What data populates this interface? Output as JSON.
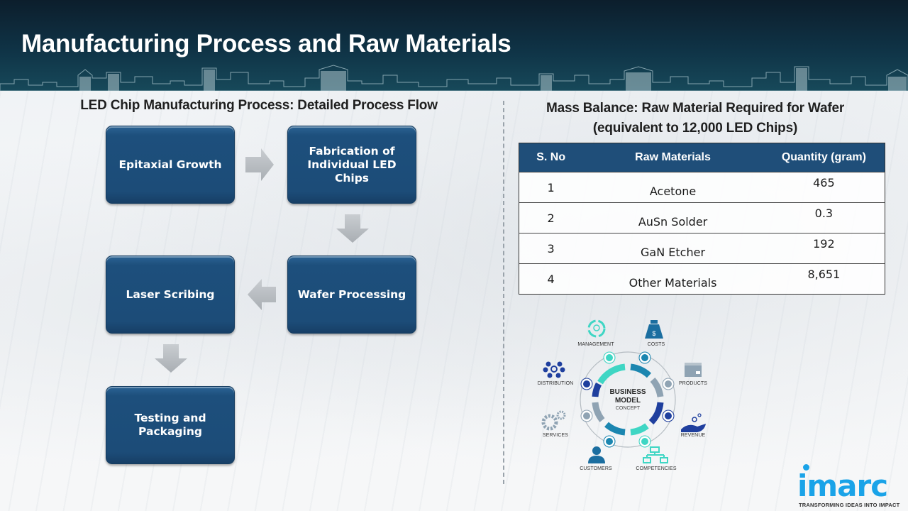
{
  "header": {
    "title": "Manufacturing Process and Raw Materials"
  },
  "process_flow": {
    "title": "LED Chip Manufacturing Process: Detailed Process Flow",
    "steps": [
      {
        "label": "Epitaxial Growth"
      },
      {
        "label": "Fabrication of Individual LED Chips"
      },
      {
        "label": "Wafer Processing"
      },
      {
        "label": "Laser Scribing"
      },
      {
        "label": "Testing and Packaging"
      }
    ],
    "arrows": [
      "right",
      "down",
      "left",
      "down"
    ]
  },
  "mass_balance": {
    "title_line1": "Mass Balance: Raw Material Required for Wafer",
    "title_line2": "(equivalent to 12,000 LED Chips)",
    "columns": [
      "S. No",
      "Raw Materials",
      "Quantity (gram)"
    ],
    "rows": [
      {
        "sno": "1",
        "material": "Acetone",
        "quantity": "465"
      },
      {
        "sno": "2",
        "material": "AuSn Solder",
        "quantity": "0.3"
      },
      {
        "sno": "3",
        "material": "GaN Etcher",
        "quantity": "192"
      },
      {
        "sno": "4",
        "material": "Other Materials",
        "quantity": "8,651"
      }
    ]
  },
  "business_model": {
    "center_line1": "BUSINESS",
    "center_line2": "MODEL",
    "center_line3": "CONCEPT",
    "labels": {
      "management": "MANAGEMENT",
      "costs": "COSTS",
      "distribution": "DISTRIBUTION",
      "products": "PRODUCTS",
      "services": "SERVICES",
      "revenue": "REVENUE",
      "customers": "CUSTOMERS",
      "competencies": "COMPETENCIES"
    }
  },
  "logo": {
    "name": "imarc",
    "tagline": "TRANSFORMING IDEAS INTO IMPACT"
  },
  "colors": {
    "box_blue": "#1f4e79",
    "logo_blue": "#1aa3e8",
    "teal": "#3fd6c4",
    "navy": "#1f3f9e"
  }
}
